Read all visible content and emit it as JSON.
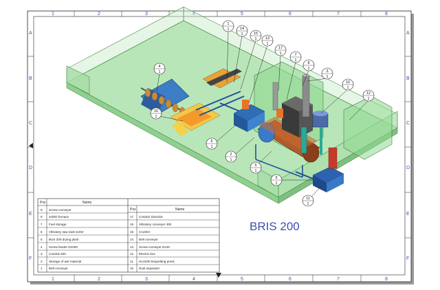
{
  "title": "BRIS 200",
  "columns": [
    "1",
    "2",
    "3",
    "4",
    "5",
    "6",
    "7",
    "8"
  ],
  "rows": [
    "A",
    "B",
    "C",
    "D",
    "E",
    "F"
  ],
  "legend": {
    "header": {
      "pos": "Poz",
      "name": "Name"
    },
    "left": [
      {
        "pos": "9",
        "name": "Screw conveyer"
      },
      {
        "pos": "8",
        "name": "SZDD furnace"
      },
      {
        "pos": "7",
        "name": "Fuel storage"
      },
      {
        "pos": "6",
        "name": "Vibratory saw dust sorter"
      },
      {
        "pos": "5",
        "name": "BUS 200 drying plant"
      },
      {
        "pos": "4",
        "name": "Screw feeder D1000"
      },
      {
        "pos": "3",
        "name": "Conduit 400"
      },
      {
        "pos": "2",
        "name": "Storage of wet material"
      },
      {
        "pos": "1",
        "name": "Belt conveyor"
      }
    ],
    "right": [
      {
        "pos": "17",
        "name": "Conduit 315x315"
      },
      {
        "pos": "16",
        "name": "Vibratory conveyer 400"
      },
      {
        "pos": "15",
        "name": "Crusher"
      },
      {
        "pos": "14",
        "name": "Belt conveyor"
      },
      {
        "pos": "13",
        "name": "Screw conveyer D120"
      },
      {
        "pos": "12",
        "name": "Electric box"
      },
      {
        "pos": "11",
        "name": "HLS200 briquetting press"
      },
      {
        "pos": "10",
        "name": "Dust separator"
      }
    ]
  },
  "callouts": [
    {
      "num": "1",
      "qty": "1"
    },
    {
      "num": "14",
      "qty": "1"
    },
    {
      "num": "15",
      "qty": "1"
    },
    {
      "num": "13",
      "qty": "1"
    },
    {
      "num": "17",
      "qty": "1"
    },
    {
      "num": "7",
      "qty": "1"
    },
    {
      "num": "8",
      "qty": "1"
    },
    {
      "num": "3",
      "qty": "1"
    },
    {
      "num": "10",
      "qty": "1"
    },
    {
      "num": "12",
      "qty": "1"
    },
    {
      "num": "4",
      "qty": "1"
    },
    {
      "num": "16",
      "qty": "1"
    },
    {
      "num": "6",
      "qty": "1"
    },
    {
      "num": "2",
      "qty": "1"
    },
    {
      "num": "5",
      "qty": "1"
    },
    {
      "num": "9",
      "qty": "1"
    },
    {
      "num": "11",
      "qty": "1"
    }
  ]
}
